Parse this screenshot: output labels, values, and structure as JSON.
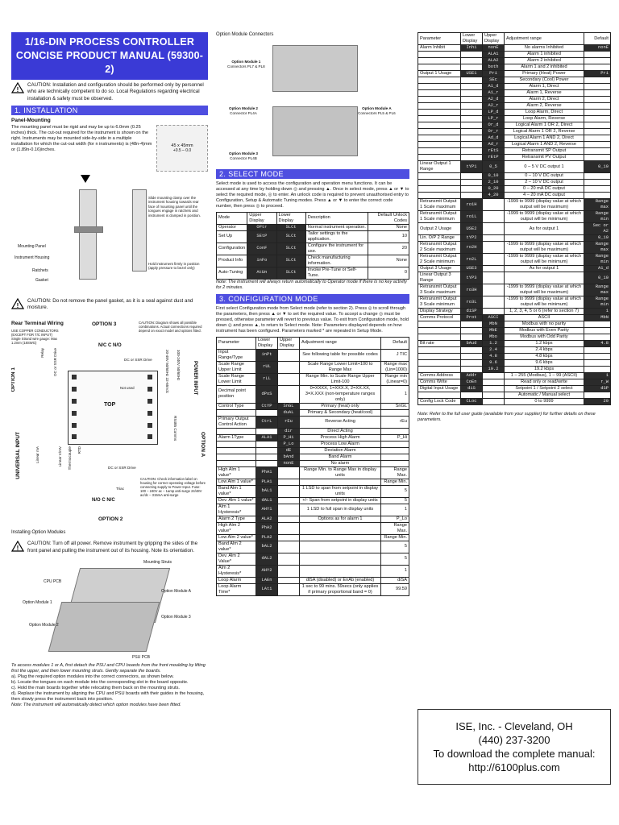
{
  "header": {
    "title_line1": "1/16-DIN PROCESS CONTROLLER",
    "title_line2": "CONCISE PRODUCT MANUAL (59300-2)",
    "caution1": "CAUTION: Installation and configuration should be performed only by personnel who are technically competent to do so. Local Regulations regarding electrical installation & safety must be observed."
  },
  "installation": {
    "bar": "1. INSTALLATION",
    "panel_heading": "Panel-Mounting",
    "panel_text": "The mounting panel must be rigid and may be up to 6.0mm (0.25 inches) thick. The cut-out required for the instrument is shown on the right. Instruments may be mounted side-by-side in a multiple installation for which the cut-out width (for n instruments) is (48n-4)mm or (1.89n-0.16)inches.",
    "cutout_size": "45 x 45mm",
    "cutout_tol": "+0.5 – 0.0",
    "labels": [
      "Mounting Panel",
      "Instrument Housing",
      "Ratchets",
      "Gasket"
    ],
    "slide_note": "Slide mounting clamp over the instrument housing towards rear face of mounting panel until the tongues engage in ratchets and instrument is clamped in position.",
    "hold_note": "Hold instrument firmly in position (apply pressure to bezel only)",
    "caution2": "CAUTION: Do not remove the panel gasket, as it is a seal against dust and moisture.",
    "wiring_heading": "Rear Terminal Wiring",
    "copper_note": "USE COPPER CONDUCTORS (EXCEPT FOR T/C INPUT) Single Strand wire gauge: Max 1.2mm (18SWG)",
    "caution3": "CAUTION: Diagram shows all possible combinations. Actual connections required depend on exact model and options fitted.",
    "option3": "OPTION 3",
    "option1": "OPTION 1",
    "option2": "OPTION 2",
    "optionA": "OPTION A",
    "universal_input": "UNIVERSAL INPUT",
    "power_input": "POWER INPUT",
    "top_label": "TOP",
    "not_used": "Not used",
    "dc_ssr": "DC or SSR Drive",
    "triac": "Triac",
    "relay": "Relay",
    "nonc": "N/C C N/O",
    "noc": "N/O C N/C",
    "voltage_hi": "100-240V 50/60Hz",
    "voltage_lo": "20-48V 50/60Hz 22-65Vdc",
    "rs485": "RS485 Comms",
    "rtd": "RTD",
    "thermocouple": "Thermocouple",
    "linear_v": "Linear V/mV",
    "linear_ma": "Linear mA",
    "caution4": "CAUTION: Check information label on housing for correct operating voltage before connecting supply to Power Input. Fuse: 100 – 240V ac – 1amp anti-surge 24/48V ac/dc – 315mA anti-surge",
    "installing_heading": "Installing Option Modules",
    "caution5": "CAUTION: Turn off all power. Remove instrument by gripping the sides of the front panel and pulling the instrument out of its housing. Note its orientation.",
    "module_labels": [
      "Mounting Struts",
      "CPU PCB",
      "Option Module 1",
      "Option Module 2",
      "Option Module A",
      "Option Module 3",
      "PSU PCB"
    ],
    "access_text": "To access modules 1 or A, first detach the PSU and CPU boards from the front moulding by lifting first the upper, and then lower mounting struts. Gently separate the boards.",
    "steps": [
      "a).   Plug the required option modules into the correct connectors, as shown below.",
      "b).   Locate the tongues on each module into the corresponding slot in the board opposite.",
      "c).   Hold the main boards together while relocating them back on the mounting struts.",
      "d).   Replace the instrument by aligning the CPU and PSU boards with their guides in the housing, then slowly press the instrument back into position."
    ],
    "note": "Note: The instrument will automatically detect which option modules have been fitted."
  },
  "col2": {
    "connectors_heading": "Option Module Connectors",
    "conn_labels": [
      {
        "name": "Option Module 1",
        "sub": "Connectors PL7 & PL8"
      },
      {
        "name": "Option Module 2",
        "sub": "Connector PL4A"
      },
      {
        "name": "Option Module A",
        "sub": "Connectors PL5 & PL6"
      },
      {
        "name": "Option Module 3",
        "sub": "Connector PL4B"
      }
    ],
    "select_bar": "2. SELECT MODE",
    "select_text": "Select mode is used to access the configuration and operation menu functions. It can be accessed at any time by holding down ◎ and pressing ▲. Once in select mode, press ▲ or ▼ to select the required mode, ◎ to enter. An unlock code is required to prevent unauthorised entry to Configuration, Setup & Automatic Tuning modes. Press ▲ or ▼ to enter the correct code number, then press ◎ to proceed.",
    "mode_headers": [
      "Mode",
      "Upper Display",
      "Lower Display",
      "Description",
      "Default Unlock Codes"
    ],
    "modes": [
      {
        "mode": "Operator",
        "upper": "OPtr",
        "lower": "SLCt",
        "desc": "Normal instrument operation.",
        "code": "None"
      },
      {
        "mode": "Set Up",
        "upper": "SEtP",
        "lower": "SLCt",
        "desc": "Tailor settings to the application.",
        "code": "10"
      },
      {
        "mode": "Configuration",
        "upper": "ConF",
        "lower": "SLCt",
        "desc": "Configure the instrument for use.",
        "code": "20"
      },
      {
        "mode": "Product Info",
        "upper": "inFo",
        "lower": "SLCt",
        "desc": "Check manufacturing information.",
        "code": "None"
      },
      {
        "mode": "Auto-Tuning",
        "upper": "AtUn",
        "lower": "SLCt",
        "desc": "Invoke Pre-Tune or Self-Tune.",
        "code": "0"
      }
    ],
    "select_note": "Note: The instrument will always return automatically to Operator mode if there is no key activity for 2 minutes.",
    "config_bar": "3. CONFIGURATION MODE",
    "config_text": "First select Configuration mode from Select mode (refer to section 2). Press ◎ to scroll through the parameters, then press ▲ or ▼ to set the required value. To accept a change ◎ must be pressed, otherwise parameter will revert to previous value. To exit from Configuration mode, hold down ◎ and press ▲, to return to Select mode. Note: Parameters displayed depends on how instrument has been configured. Parameters marked * are repeated in Setup Mode.",
    "cfg_headers": [
      "Parameter",
      "Lower Display",
      "Upper Display",
      "Adjustment range",
      "Default"
    ],
    "cfg_rows": [
      {
        "p": "Input Range/Type",
        "l": "inPt",
        "u": "",
        "r": "See following table for possible codes",
        "d": "J TIC"
      },
      {
        "p": "Scale Range Upper Limit",
        "l": "rUL",
        "u": "",
        "r": "Scale Range Lower Limit+100 to Range Max",
        "d": "Range max (Lin=1000)"
      },
      {
        "p": "Scale Range Lower Limit",
        "l": "rLL",
        "u": "",
        "r": "Range Min. to Scale Range Upper Limit-100",
        "d": "Range min (Linear=0)"
      },
      {
        "p": "Decimal point position",
        "l": "dPoS",
        "u": "",
        "r": "0=XXXX, 1=XXX.X, 2=XX.XX, 3=X.XXX (non-temperature ranges only)",
        "d": "1"
      },
      {
        "p": "Control Type",
        "l": "CtYP",
        "u": "SnGL",
        "r": "Primary (heat) only",
        "d": "SnGL"
      },
      {
        "p": "",
        "l": "",
        "u": "duAL",
        "r": "Primary & Secondary (heat/cool)",
        "d": ""
      },
      {
        "p": "Primary Output Control Action",
        "l": "CtrL",
        "u": "rEu",
        "r": "Reverse Acting",
        "d": "rEu"
      },
      {
        "p": "",
        "l": "",
        "u": "dir",
        "r": "Direct Acting",
        "d": ""
      },
      {
        "p": "Alarm 1Type",
        "l": "ALA1",
        "u": "P_Hi",
        "r": "Process High Alarm",
        "d": "P_Hi"
      },
      {
        "p": "",
        "l": "",
        "u": "P_Lo",
        "r": "Process Low Alarm",
        "d": ""
      },
      {
        "p": "",
        "l": "",
        "u": "dE",
        "r": "Deviation Alarm",
        "d": ""
      },
      {
        "p": "",
        "l": "",
        "u": "bAnd",
        "r": "Band Alarm",
        "d": ""
      },
      {
        "p": "",
        "l": "",
        "u": "nonE",
        "r": "No alarm",
        "d": ""
      },
      {
        "p": "High Alm 1 value*",
        "l": "PhA1",
        "u": "",
        "r": "Range Min. to Range Max in display units",
        "d": "Range Max."
      },
      {
        "p": "Low Alm 1 value*",
        "l": "PLA1",
        "u": "",
        "r": "",
        "d": "Range Min."
      },
      {
        "p": "Band Alm 1 value*",
        "l": "bAL1",
        "u": "",
        "r": "1 LSD to span from setpoint in display units",
        "d": "5"
      },
      {
        "p": "Dev. Alm 1 value*",
        "l": "dAL1",
        "u": "",
        "r": "+/- Span from setpoint in display units",
        "d": "5"
      },
      {
        "p": "Alm 1 Hysteresis*",
        "l": "AHY1",
        "u": "",
        "r": "1 LSD to full span in display units",
        "d": "1"
      },
      {
        "p": "Alarm 2 Type",
        "l": "ALA2",
        "u": "",
        "r": "Options as for alarm 1",
        "d": "P_Lo"
      },
      {
        "p": "High Alm 2 value*",
        "l": "PhA2",
        "u": "",
        "r": "",
        "d": "Range Max."
      },
      {
        "p": "Low Alm 2 value*",
        "l": "PLA2",
        "u": "",
        "r": "",
        "d": "Range Min."
      },
      {
        "p": "Band Alm 2 value*",
        "l": "bAL2",
        "u": "",
        "r": "",
        "d": "5"
      },
      {
        "p": "Dev. Alm 2 Value*",
        "l": "dAL2",
        "u": "",
        "r": "",
        "d": "5"
      },
      {
        "p": "Alm 2 Hysteresis*",
        "l": "AHY2",
        "u": "",
        "r": "",
        "d": "1"
      },
      {
        "p": "Loop Alarm",
        "l": "LAEn",
        "u": "",
        "r": "diSA (disabled) or EnAb (enabled)",
        "d": "diSA"
      },
      {
        "p": "Loop Alarm Time*",
        "l": "LAti",
        "u": "",
        "r": "1 sec to 99 mins. 59secs (only applies if primary proportional band = 0)",
        "d": "99.59"
      }
    ]
  },
  "col3": {
    "headers": [
      "Parameter",
      "Lower Display",
      "Upper Display",
      "Adjustment range",
      "Default"
    ],
    "rows": [
      {
        "p": "Alarm Inhibit",
        "l": "Inhi",
        "u": "nonE",
        "r": "No alarms Inhibited",
        "d": "nonE"
      },
      {
        "p": "",
        "l": "",
        "u": "ALA1",
        "r": "Alarm 1 inhibited",
        "d": ""
      },
      {
        "p": "",
        "l": "",
        "u": "ALA2",
        "r": "Alarm 2 inhibited",
        "d": ""
      },
      {
        "p": "",
        "l": "",
        "u": "both",
        "r": "Alarm 1 and 2 inhibited",
        "d": ""
      },
      {
        "p": "Output 1 Usage",
        "l": "USE1",
        "u": "Pri",
        "r": "Primary (Heat) Power",
        "d": "Pri"
      },
      {
        "p": "",
        "l": "",
        "u": "SEc",
        "r": "Secondary (Cool) Power",
        "d": ""
      },
      {
        "p": "",
        "l": "",
        "u": "A1_d",
        "r": "Alarm 1, Direct",
        "d": ""
      },
      {
        "p": "",
        "l": "",
        "u": "A1_r",
        "r": "Alarm 1, Reverse",
        "d": ""
      },
      {
        "p": "",
        "l": "",
        "u": "A2_d",
        "r": "Alarm 2, Direct",
        "d": ""
      },
      {
        "p": "",
        "l": "",
        "u": "A2_r",
        "r": "Alarm 2, Reverse",
        "d": ""
      },
      {
        "p": "",
        "l": "",
        "u": "LP_d",
        "r": "Loop Alarm, Direct",
        "d": ""
      },
      {
        "p": "",
        "l": "",
        "u": "LP_r",
        "r": "Loop Alarm, Reverse",
        "d": ""
      },
      {
        "p": "",
        "l": "",
        "u": "Or_d",
        "r": "Logical Alarm 1 OR 2, Direct",
        "d": ""
      },
      {
        "p": "",
        "l": "",
        "u": "Or_r",
        "r": "Logical Alarm 1 OR 2, Reverse",
        "d": ""
      },
      {
        "p": "",
        "l": "",
        "u": "Ad_d",
        "r": "Logical Alarm 1 AND 2, Direct",
        "d": ""
      },
      {
        "p": "",
        "l": "",
        "u": "Ad_r",
        "r": "Logical Alarm 1 AND 2, Reverse",
        "d": ""
      },
      {
        "p": "",
        "l": "",
        "u": "rEtS",
        "r": "Retransmit SP Output",
        "d": ""
      },
      {
        "p": "",
        "l": "",
        "u": "rEtP",
        "r": "Retransmit PV Output",
        "d": ""
      },
      {
        "p": "Linear Output 1 Range",
        "l": "tYP1",
        "u": "0_5",
        "r": "0 – 5 V DC output 1",
        "d": "0_10"
      },
      {
        "p": "",
        "l": "",
        "u": "0_10",
        "r": "0 – 10 V DC output",
        "d": ""
      },
      {
        "p": "",
        "l": "",
        "u": "2_10",
        "r": "2 – 10 V DC output",
        "d": ""
      },
      {
        "p": "",
        "l": "",
        "u": "0_20",
        "r": "0 – 20 mA DC output",
        "d": ""
      },
      {
        "p": "",
        "l": "",
        "u": "4_20",
        "r": "4 – 20 mA DC output",
        "d": ""
      },
      {
        "p": "Retransmit Output 1 Scale maximum",
        "l": "ro1H",
        "u": "",
        "r": "-1999 to 9999 (display value at which output will be maximum)",
        "d": "Range max"
      },
      {
        "p": "Retransmit Output 1 Scale minimum",
        "l": "ro1L",
        "u": "",
        "r": "-1999 to 9999 (display value at which output will be minimum)",
        "d": "Range min"
      },
      {
        "p": "Output 2 Usage",
        "l": "USE2",
        "u": "",
        "r": "As for output 1",
        "d": "Sec or A2"
      },
      {
        "p": "Lin. O/P 2 Range",
        "l": "tYP2",
        "u": "",
        "r": "",
        "d": "0_10"
      },
      {
        "p": "Retransmit Output 2 Scale maximum",
        "l": "ro2H",
        "u": "",
        "r": "-1999 to 9999 (display value at which output will be maximum)",
        "d": "Range max"
      },
      {
        "p": "Retransmit Output 2 Scale minimum",
        "l": "ro2L",
        "u": "",
        "r": "-1999 to 9999 (display value at which output will be minimum)",
        "d": "Range min"
      },
      {
        "p": "Output 3 Usage",
        "l": "USE3",
        "u": "",
        "r": "As for output 1",
        "d": "A1_d"
      },
      {
        "p": "Linear Output 3 Range",
        "l": "tYP3",
        "u": "",
        "r": "",
        "d": "0_10"
      },
      {
        "p": "Retransmit Output 3 Scale maximum",
        "l": "ro3H",
        "u": "",
        "r": "-1999 to 9999 (display value at which output will be maximum)",
        "d": "Range max"
      },
      {
        "p": "Retransmit Output 3 Scale minimum",
        "l": "ro3L",
        "u": "",
        "r": "-1999 to 9999 (display value at which output will be minimum)",
        "d": "Range min"
      },
      {
        "p": "Display Strategy",
        "l": "diSP",
        "u": "",
        "r": "1, 2, 3, 4, 5 or 6 (refer to section 7)",
        "d": "1"
      },
      {
        "p": "Comms Protocol",
        "l": "Prot",
        "u": "ASCI",
        "r": "ASCII",
        "d": "MbN"
      },
      {
        "p": "",
        "l": "",
        "u": "MbN",
        "r": "Modbus with no parity",
        "d": ""
      },
      {
        "p": "",
        "l": "",
        "u": "MbE",
        "r": "Modbus with Even Parity",
        "d": ""
      },
      {
        "p": "",
        "l": "",
        "u": "Mbo",
        "r": "Modbus with Odd Parity",
        "d": ""
      },
      {
        "p": "Bit rate",
        "l": "bAud",
        "u": "1.2",
        "r": "1.2 kbps",
        "d": "4.8"
      },
      {
        "p": "",
        "l": "",
        "u": "2.4",
        "r": "2.4 kbps",
        "d": ""
      },
      {
        "p": "",
        "l": "",
        "u": "4.8",
        "r": "4.8 kbps",
        "d": ""
      },
      {
        "p": "",
        "l": "",
        "u": "9.6",
        "r": "9.6 kbps",
        "d": ""
      },
      {
        "p": "",
        "l": "",
        "u": "19.2",
        "r": "19.2 kbps",
        "d": ""
      },
      {
        "p": "Comms Address",
        "l": "Addr",
        "u": "",
        "r": "1 – 255 (Modbus), 1 – 99 (ASCII)",
        "d": "1"
      },
      {
        "p": "Comms Write",
        "l": "CoEn",
        "u": "",
        "r": "Read only or read/write",
        "d": "r_W"
      },
      {
        "p": "Digital Input Usage",
        "l": "diS",
        "u": "",
        "r": "Setpoint 1 / Setpoint 2 select",
        "d": "dSP"
      },
      {
        "p": "",
        "l": "",
        "u": "",
        "r": "Automatic / Manual select",
        "d": ""
      },
      {
        "p": "Config Lock Code",
        "l": "CLoc",
        "u": "",
        "r": "0 to 9999",
        "d": "20"
      }
    ],
    "note": "Note: Refer to the full user guide (available from your supplier) for further details on these parameters.",
    "contact": {
      "line1": "ISE, Inc.  -  Cleveland, OH",
      "line2": "(440) 237-3200",
      "line3": "To download the complete manual:",
      "line4": "http://6100plus.com"
    }
  }
}
